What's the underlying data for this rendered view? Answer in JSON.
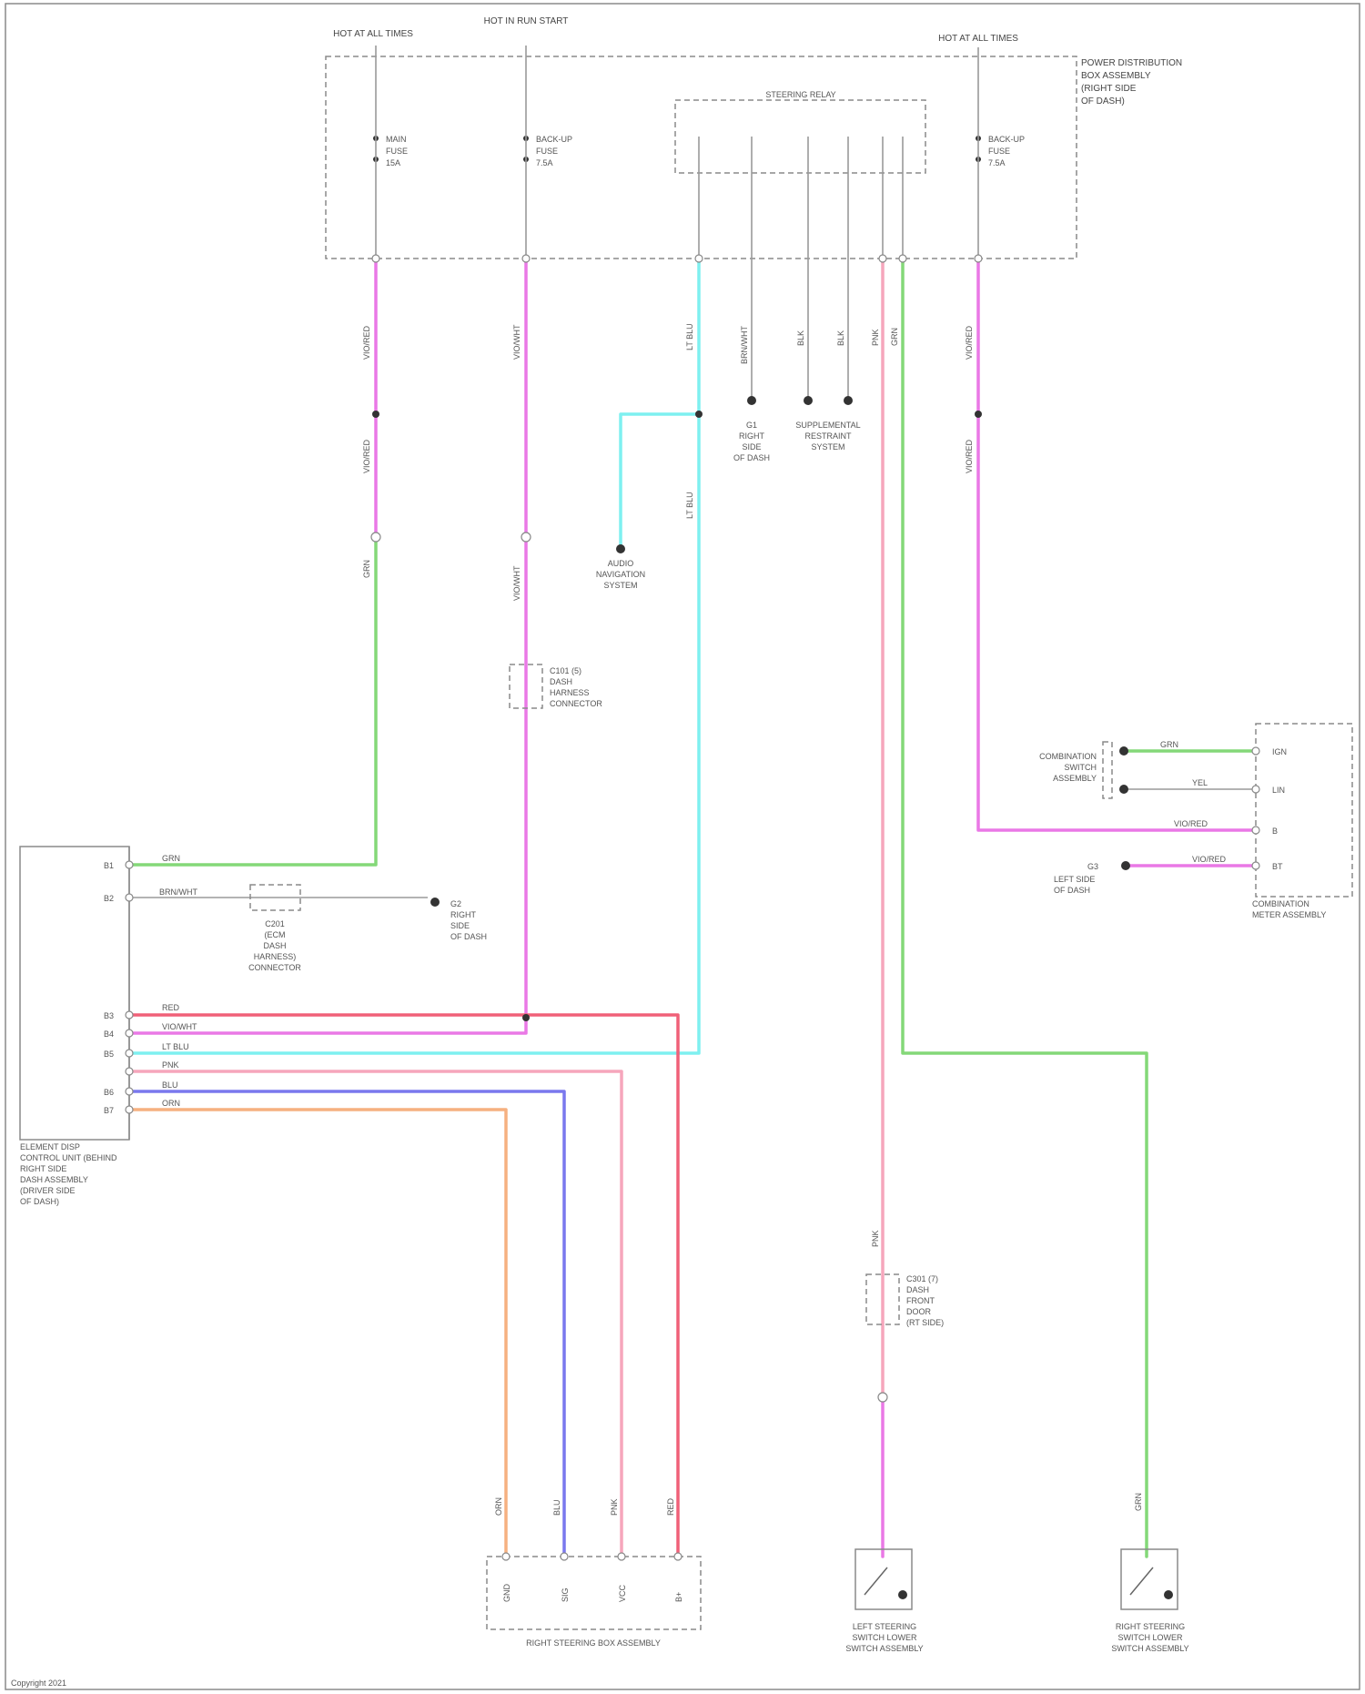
{
  "colors": {
    "background": "#ffffff",
    "frame": "#8a8a8a",
    "wire_violet": "#ea78e6",
    "wire_green": "#84d878",
    "wire_cyan": "#7ef0f0",
    "wire_red": "#f06078",
    "wire_pink": "#f6a6bc",
    "wire_blue": "#7a78ee",
    "wire_orange": "#f6b080",
    "wire_gray": "#9a9a9a",
    "text": "#444444"
  },
  "diagram": {
    "top_labels": [
      "HOT AT ALL TIMES",
      "HOT IN RUN START",
      "HOT AT ALL TIMES"
    ],
    "fuse_box": {
      "label": [
        "POWER DISTRIBUTION",
        "BOX ASSEMBLY",
        "(RIGHT SIDE",
        "OF DASH)"
      ],
      "fuses": [
        [
          "MAIN",
          "FUSE",
          "15A"
        ],
        [
          "BACK-UP",
          "FUSE",
          "7.5A"
        ],
        [
          "BACK-UP",
          "FUSE",
          "7.5A"
        ]
      ],
      "relay_label": "STEERING RELAY"
    },
    "wire_codes": [
      "GRN",
      "VIO/WHT",
      "LT BLU",
      "BRN/WHT",
      "BLK",
      "YEL",
      "RED",
      "PNK",
      "BLU",
      "ORN",
      "VIO/RED"
    ],
    "labels": {
      "ground_1": [
        "G1",
        "RIGHT",
        "SIDE",
        "OF DASH"
      ],
      "junction": [
        "SUPPLEMENTAL",
        "RESTRAINT",
        "SYSTEM"
      ],
      "audio": [
        "AUDIO",
        "NAVIGATION",
        "SYSTEM"
      ],
      "connector_1": [
        "C101 (5)",
        "DASH",
        "HARNESS",
        "CONNECTOR"
      ],
      "connector_2": [
        "C201",
        "(ECM",
        "DASH",
        "HARNESS)",
        "CONNECTOR"
      ],
      "ground_2": [
        "G2",
        "RIGHT",
        "SIDE",
        "OF DASH"
      ],
      "left_module": [
        "ELEMENT DISP",
        "CONTROL UNIT (BEHIND",
        "RIGHT SIDE",
        "DASH ASSEMBLY",
        "(DRIVER SIDE",
        "OF DASH)"
      ],
      "combo_left": [
        "COMBINATION",
        "SWITCH",
        "ASSEMBLY"
      ],
      "ground_3": [
        "G3",
        "LEFT SIDE",
        "OF DASH"
      ],
      "combo_module": [
        "COMBINATION",
        "METER ASSEMBLY"
      ],
      "connector_3": [
        "C301 (7)",
        "DASH",
        "FRONT",
        "DOOR",
        "(RT SIDE)"
      ],
      "bottom_center": "RIGHT STEERING BOX ASSEMBLY",
      "bottom_left_switch": [
        "LEFT STEERING",
        "SWITCH LOWER",
        "SWITCH ASSEMBLY"
      ],
      "bottom_right_switch": [
        "RIGHT STEERING",
        "SWITCH LOWER",
        "SWITCH ASSEMBLY"
      ]
    },
    "pins": {
      "left_module": [
        "B1",
        "B2",
        "B3",
        "B4",
        "B5",
        "B6",
        "B7"
      ],
      "combo_module": [
        "IGN",
        "LIN",
        "B",
        "BT"
      ],
      "bottom_center": [
        "GND",
        "SIG",
        "VCC",
        "B+"
      ]
    },
    "footer": "Copyright 2021"
  }
}
